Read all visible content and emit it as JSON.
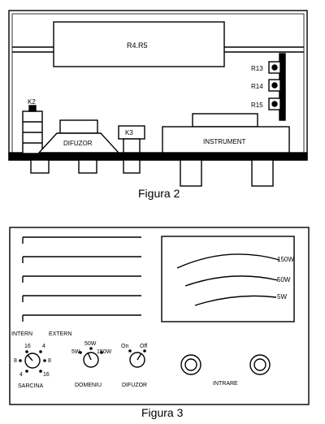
{
  "figure2": {
    "caption": "Figura 2",
    "labels": {
      "r4r5": "R4.R5",
      "r13": "R13",
      "r14": "R14",
      "r15": "R15",
      "k2": "K2",
      "k3": "K3",
      "difuzor": "DIFUZOR",
      "instrument": "INSTRUMENT"
    }
  },
  "figure3": {
    "caption": "Figura 3",
    "meter_scale": [
      "150W",
      "50W",
      "5W"
    ],
    "intern_label": "INTERN",
    "extern_label": "EXTERN",
    "sarcina": {
      "label": "SARCINA",
      "marks": [
        "16",
        "4",
        "8",
        "8",
        "4",
        "16"
      ]
    },
    "domeniu": {
      "label": "DOMENIU",
      "marks": [
        "5W",
        "50W",
        "150W"
      ]
    },
    "difuzor": {
      "label": "DIFUZOR",
      "marks": [
        "On",
        "Off"
      ]
    },
    "intrare_label": "INTRARE"
  }
}
